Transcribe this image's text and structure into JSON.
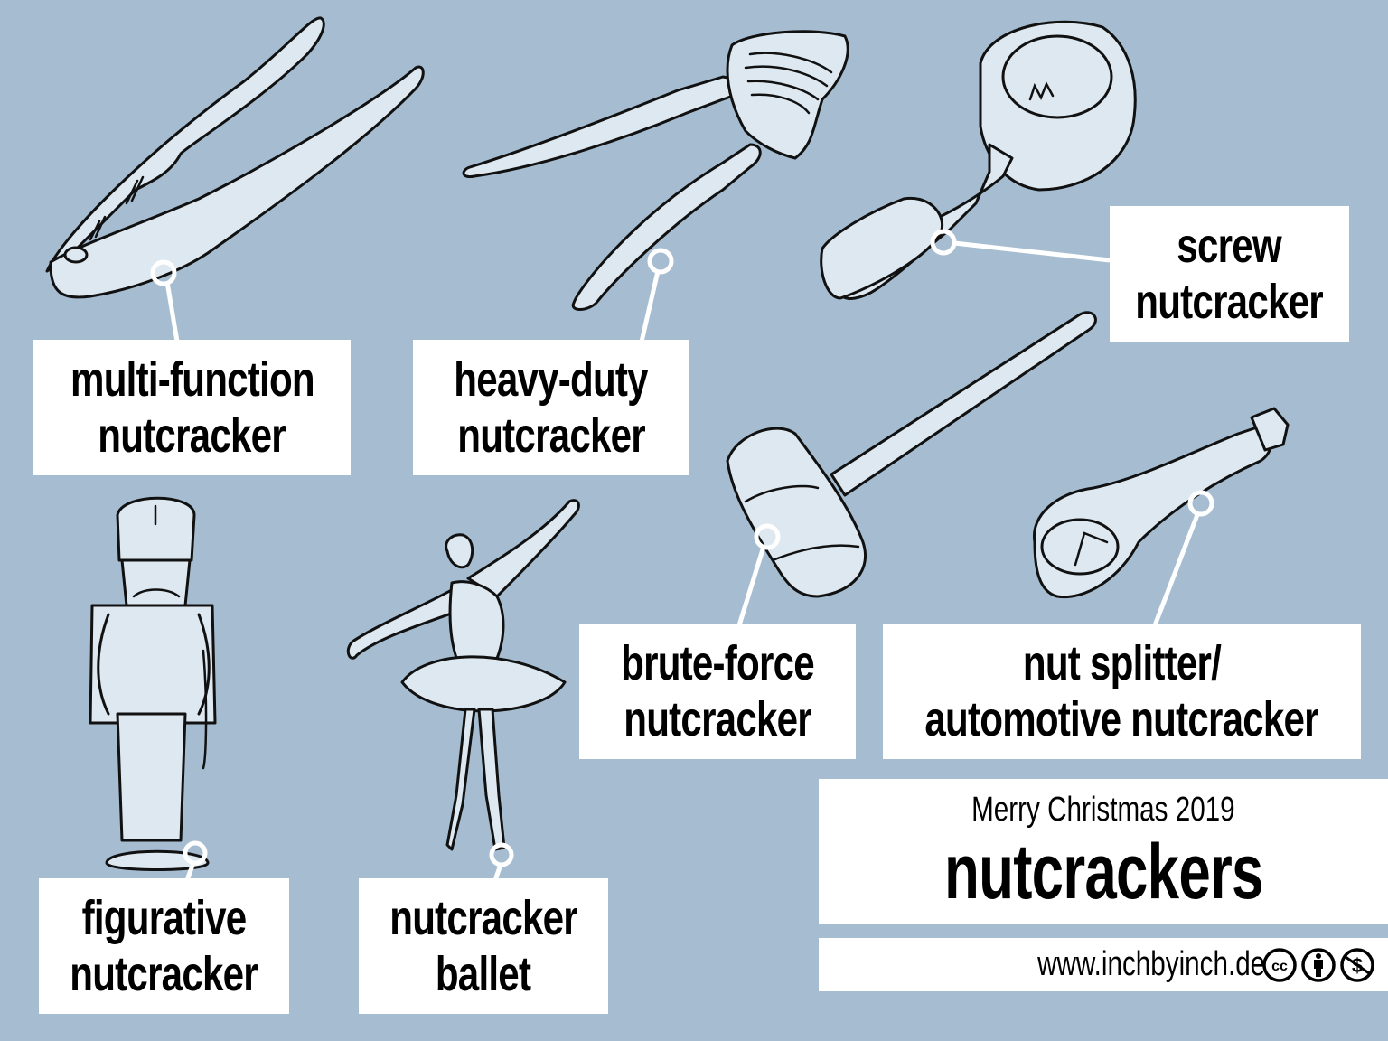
{
  "colors": {
    "background": "#a6bdd1",
    "label_bg": "#ffffff",
    "text": "#000000",
    "drawing_fill": "#dde8f1",
    "drawing_stroke": "#111111",
    "connector": "#ffffff"
  },
  "labels": [
    {
      "id": "multi-function",
      "lines": [
        "multi-function",
        "nutcracker"
      ]
    },
    {
      "id": "heavy-duty",
      "lines": [
        "heavy-duty",
        "nutcracker"
      ]
    },
    {
      "id": "screw",
      "lines": [
        "screw",
        "nutcracker"
      ]
    },
    {
      "id": "brute-force",
      "lines": [
        "brute-force",
        "nutcracker"
      ]
    },
    {
      "id": "nut-splitter",
      "lines": [
        "nut splitter/",
        "automotive nutcracker"
      ]
    },
    {
      "id": "figurative",
      "lines": [
        "figurative",
        "nutcracker"
      ]
    },
    {
      "id": "ballet",
      "lines": [
        "nutcracker",
        "ballet"
      ]
    }
  ],
  "title": {
    "subtitle": "Merry Christmas 2019",
    "main": "nutcrackers"
  },
  "footer": {
    "url": "www.inchbyinch.de",
    "license_icons": [
      "cc-icon",
      "by-attribution-icon",
      "noncommercial-icon"
    ]
  }
}
